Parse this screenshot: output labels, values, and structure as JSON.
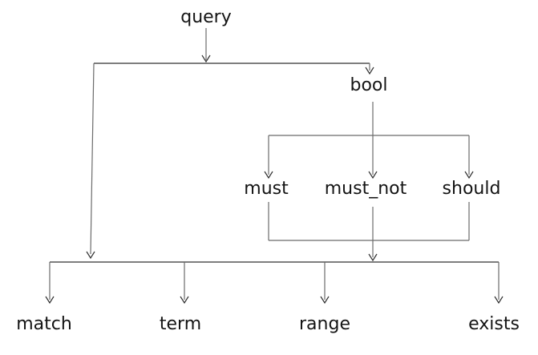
{
  "diagram": {
    "type": "tree",
    "description": "query DSL hierarchy diagram",
    "colors": {
      "background": "#ffffff",
      "line": "#6b6b6b",
      "arrow": "#2f2f2f",
      "text": "#141414"
    },
    "nodes": {
      "query": {
        "label": "query"
      },
      "bool": {
        "label": "bool"
      },
      "must": {
        "label": "must"
      },
      "must_not": {
        "label": "must_not"
      },
      "should": {
        "label": "should"
      },
      "match": {
        "label": "match"
      },
      "term": {
        "label": "term"
      },
      "range": {
        "label": "range"
      },
      "exists": {
        "label": "exists"
      }
    },
    "edges": [
      {
        "from": "query",
        "to": "bool"
      },
      {
        "from": "query",
        "to": "leaf-group"
      },
      {
        "from": "bool",
        "to": "must"
      },
      {
        "from": "bool",
        "to": "must_not"
      },
      {
        "from": "bool",
        "to": "should"
      },
      {
        "from": "must",
        "to": "leaf-group"
      },
      {
        "from": "must_not",
        "to": "leaf-group"
      },
      {
        "from": "should",
        "to": "leaf-group"
      },
      {
        "from": "leaf-group",
        "to": "match"
      },
      {
        "from": "leaf-group",
        "to": "term"
      },
      {
        "from": "leaf-group",
        "to": "range"
      },
      {
        "from": "leaf-group",
        "to": "exists"
      }
    ]
  }
}
